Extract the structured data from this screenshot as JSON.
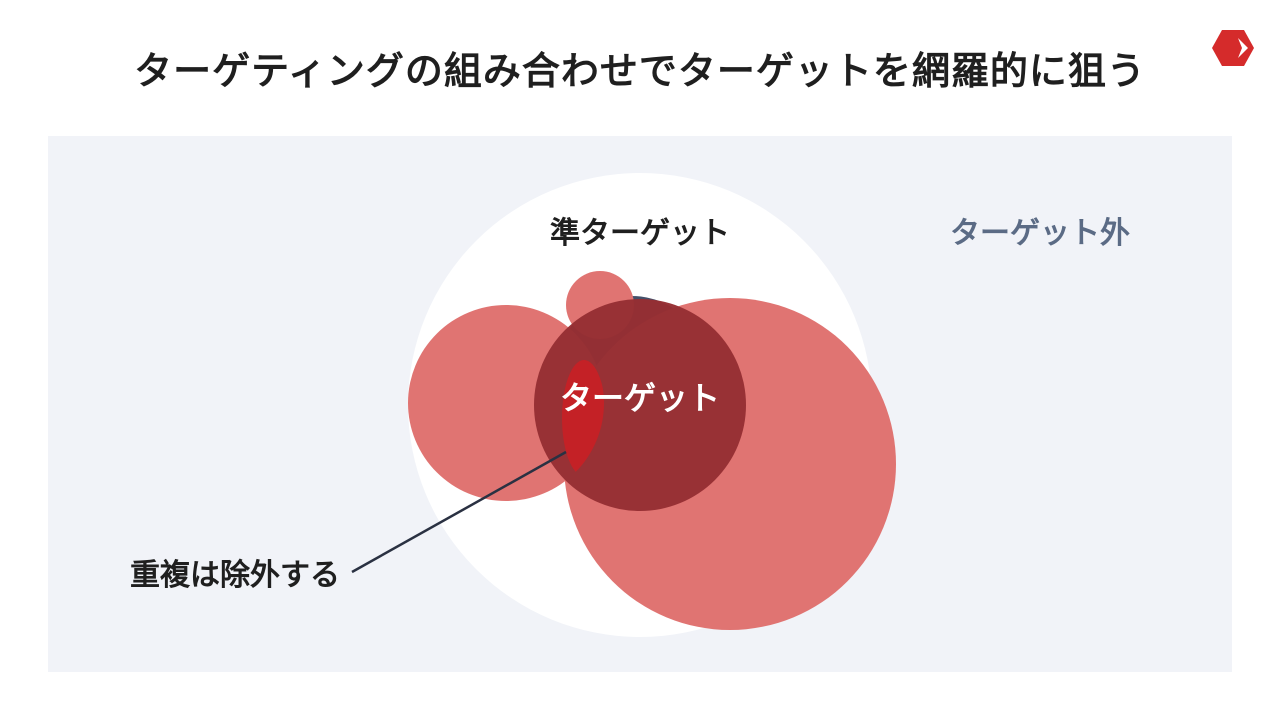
{
  "title": "ターゲティングの組み合わせでターゲットを網羅的に狙う",
  "logo": {
    "icon": "brand-logo-icon",
    "color": "#d52b2b"
  },
  "diagram": {
    "labels": {
      "semi_target": "準ターゲット",
      "outside_target": "ターゲット外",
      "target": "ターゲット",
      "duplicate": "重複は除外する"
    },
    "colors": {
      "panel_background": "#f1f3f8",
      "semi_target_area": "#ffffff",
      "targeting_circle": "#e07472",
      "target_core": "#962e33",
      "uncovered_region": "#44506a",
      "duplicate_region": "#c42126",
      "outside_label": "#5b6b85",
      "leader_line": "#2a3142"
    }
  }
}
